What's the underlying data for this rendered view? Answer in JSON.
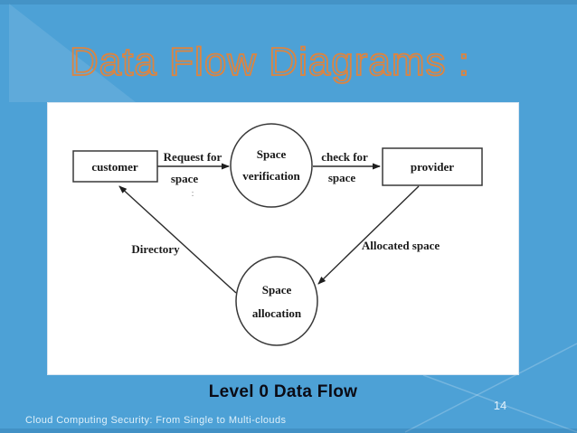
{
  "slide": {
    "title": "Data Flow Diagrams :",
    "caption": "Level 0 Data Flow",
    "footer": "Cloud Computing Security: From Single to Multi-clouds",
    "page_number": "14"
  },
  "colors": {
    "background": "#4da1d6",
    "title_outline_orange": "#dd8440",
    "panel": "#ffffff",
    "diagram_ink": "#2a2a2a",
    "caption_text": "#0b0b15",
    "footer_text": "#eaf6fd"
  },
  "diagram": {
    "nodes": {
      "customer": {
        "label": "customer",
        "shape": "rectangle"
      },
      "verification": {
        "line1": "Space",
        "line2": "verification",
        "shape": "circle"
      },
      "provider": {
        "label": "provider",
        "shape": "rectangle"
      },
      "allocation": {
        "line1": "Space",
        "line2": "allocation",
        "shape": "circle"
      }
    },
    "edges": {
      "request": {
        "from": "customer",
        "to": "verification",
        "line1": "Request for",
        "line2": "space"
      },
      "check": {
        "from": "verification",
        "to": "provider",
        "line1": "check for",
        "line2": "space"
      },
      "allocated": {
        "from": "provider",
        "to": "allocation",
        "label": "Allocated space"
      },
      "directory": {
        "from": "allocation",
        "to": "customer",
        "label": "Directory"
      }
    },
    "stray_mark": ":"
  }
}
